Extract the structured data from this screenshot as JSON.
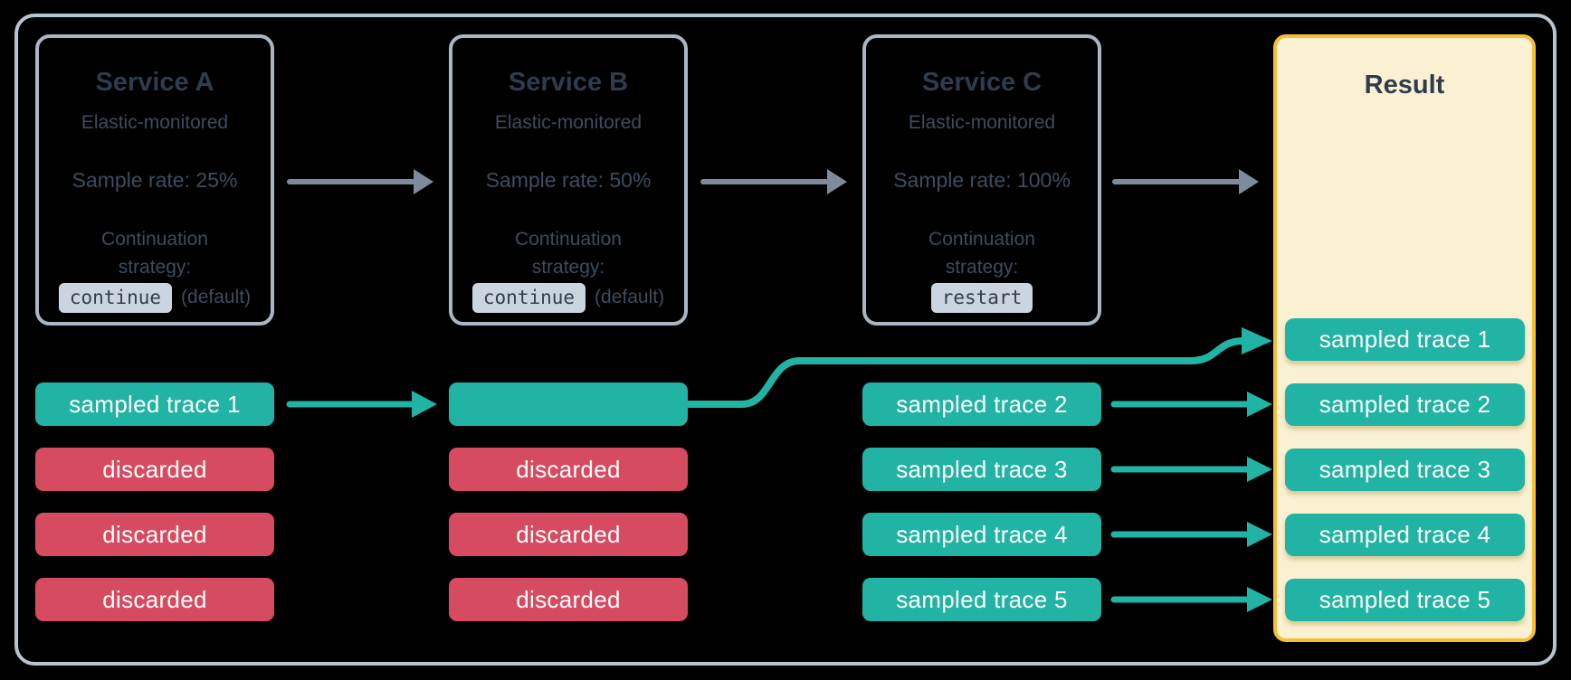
{
  "services": [
    {
      "title": "Service A",
      "monitored": "Elastic-monitored",
      "sample_rate": "Sample rate: 25%",
      "strategy_line1": "Continuation",
      "strategy_line2": "strategy:",
      "strategy_value": "continue",
      "strategy_note": "(default)"
    },
    {
      "title": "Service B",
      "monitored": "Elastic-monitored",
      "sample_rate": "Sample rate: 50%",
      "strategy_line1": "Continuation",
      "strategy_line2": "strategy:",
      "strategy_value": "continue",
      "strategy_note": "(default)"
    },
    {
      "title": "Service C",
      "monitored": "Elastic-monitored",
      "sample_rate": "Sample rate: 100%",
      "strategy_line1": "Continuation",
      "strategy_line2": "strategy:",
      "strategy_value": "restart",
      "strategy_note": ""
    }
  ],
  "trace_columns": [
    {
      "pills": [
        {
          "label": "sampled trace 1",
          "status": "sampled"
        },
        {
          "label": "discarded",
          "status": "discarded"
        },
        {
          "label": "discarded",
          "status": "discarded"
        },
        {
          "label": "discarded",
          "status": "discarded"
        }
      ]
    },
    {
      "pills": [
        {
          "label": "",
          "status": "sampled"
        },
        {
          "label": "discarded",
          "status": "discarded"
        },
        {
          "label": "discarded",
          "status": "discarded"
        },
        {
          "label": "discarded",
          "status": "discarded"
        }
      ]
    },
    {
      "pills": [
        {
          "label": "sampled trace 2",
          "status": "sampled"
        },
        {
          "label": "sampled trace 3",
          "status": "sampled"
        },
        {
          "label": "sampled trace 4",
          "status": "sampled"
        },
        {
          "label": "sampled trace 5",
          "status": "sampled"
        }
      ]
    }
  ],
  "result": {
    "title": "Result",
    "pills": [
      "sampled trace 1",
      "sampled trace 2",
      "sampled trace 3",
      "sampled trace 4",
      "sampled trace 5"
    ]
  },
  "colors": {
    "teal": "#21B3A3",
    "red": "#D74B61",
    "slate_title": "#2E3D4E",
    "slate_body": "#3D4D5F",
    "service_border": "#A9B6C4",
    "outer_border": "#BAC4CF",
    "result_bg": "#FAF0D2",
    "result_border": "#F5BE36",
    "arrow_gray": "#7D8B9B",
    "chip_bg": "#CBD5DF"
  }
}
